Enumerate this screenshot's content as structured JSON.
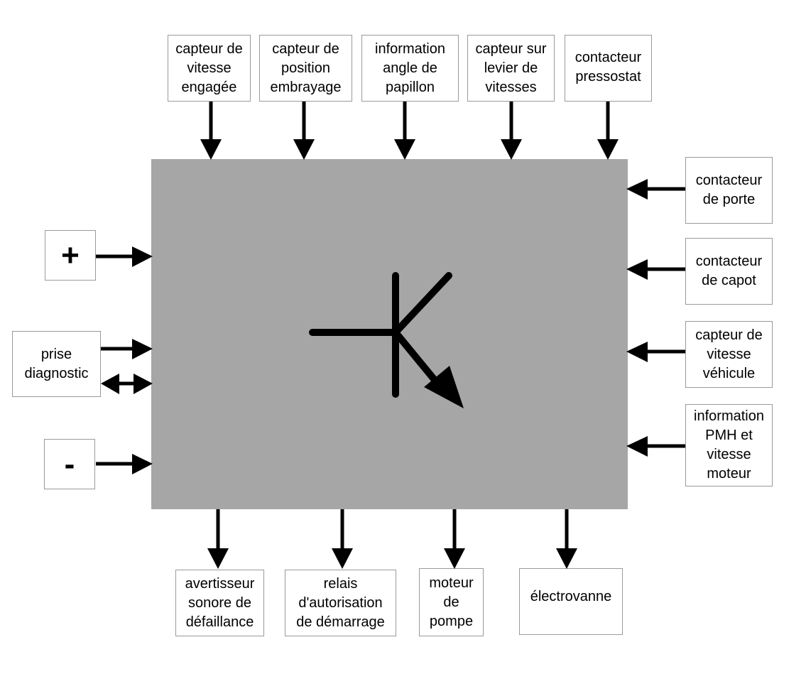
{
  "colors": {
    "ecu_fill": "#a6a6a6",
    "arrow": "#000000",
    "box_border": "#9a9a9a"
  },
  "inputs_top": [
    {
      "text": "capteur de\nvitesse\nengagée"
    },
    {
      "text": "capteur de\nposition\nembrayage"
    },
    {
      "text": "information\nangle de\npapillon"
    },
    {
      "text": "capteur sur\nlevier de\nvitesses"
    },
    {
      "text": "contacteur\npressostat"
    }
  ],
  "inputs_right": [
    {
      "text": "contacteur\nde porte"
    },
    {
      "text": "contacteur\nde capot"
    },
    {
      "text": "capteur de\nvitesse\nvéhicule"
    },
    {
      "text": "information\nPMH et\nvitesse\nmoteur"
    }
  ],
  "left": {
    "plus": "+",
    "diagnostic": "prise\ndiagnostic",
    "minus": "-"
  },
  "outputs_bottom": [
    {
      "text": "avertisseur\nsonore de\ndéfaillance"
    },
    {
      "text": "relais\nd'autorisation\nde démarrage"
    },
    {
      "text": "moteur\nde\npompe"
    },
    {
      "text": "électrovanne"
    }
  ],
  "ecu_icon": "transistor-symbol-icon"
}
